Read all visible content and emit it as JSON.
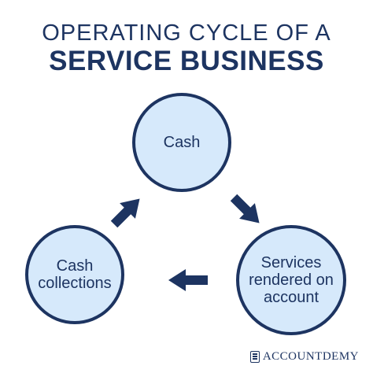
{
  "title": {
    "line1": "OPERATING CYCLE OF A",
    "line2": "SERVICE BUSINESS"
  },
  "nodes": {
    "cash": "Cash",
    "collections": "Cash collections",
    "services": "Services rendered on account"
  },
  "brand": {
    "icon": "accountdemy-logo-icon",
    "name": "ACCOUNTDEMY"
  },
  "colors": {
    "primary": "#1d3461",
    "node_fill": "#d6e9fb",
    "background": "#ffffff"
  }
}
